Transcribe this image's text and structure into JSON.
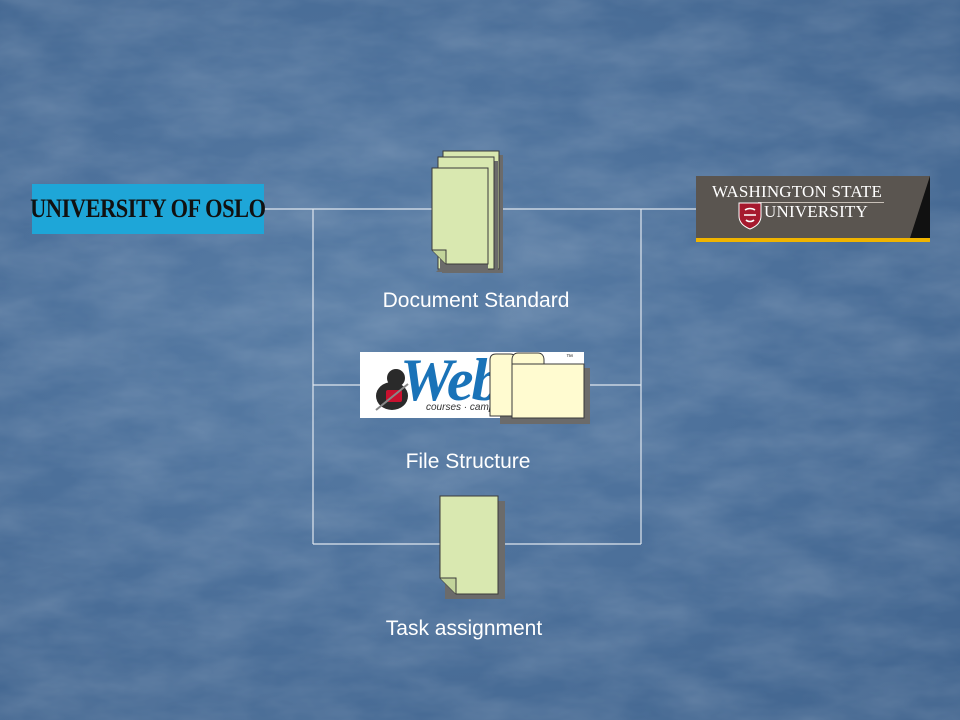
{
  "logos": {
    "oslo": "UNIVERSITY OF OSLO",
    "wsu_line1": "WASHINGTON STATE",
    "wsu_line2": "UNIVERSITY",
    "webct_word": "Web",
    "webct_tagline": "courses · camp",
    "webct_tm": "™"
  },
  "nodes": [
    {
      "label": "Document Standard",
      "icon": "documents-stack-icon"
    },
    {
      "label": "File Structure",
      "icon": "folders-icon"
    },
    {
      "label": "Task assignment",
      "icon": "document-icon"
    }
  ],
  "colors": {
    "background": "#4d719b",
    "connector": "#dfe6ee",
    "document_fill": "#d9e8b0",
    "folder_fill": "#fffbd0",
    "oslo_bg": "#1ea6d8",
    "wsu_bg": "#5a5550",
    "wsu_accent": "#f0b400",
    "webct_blue": "#1a73b8"
  }
}
